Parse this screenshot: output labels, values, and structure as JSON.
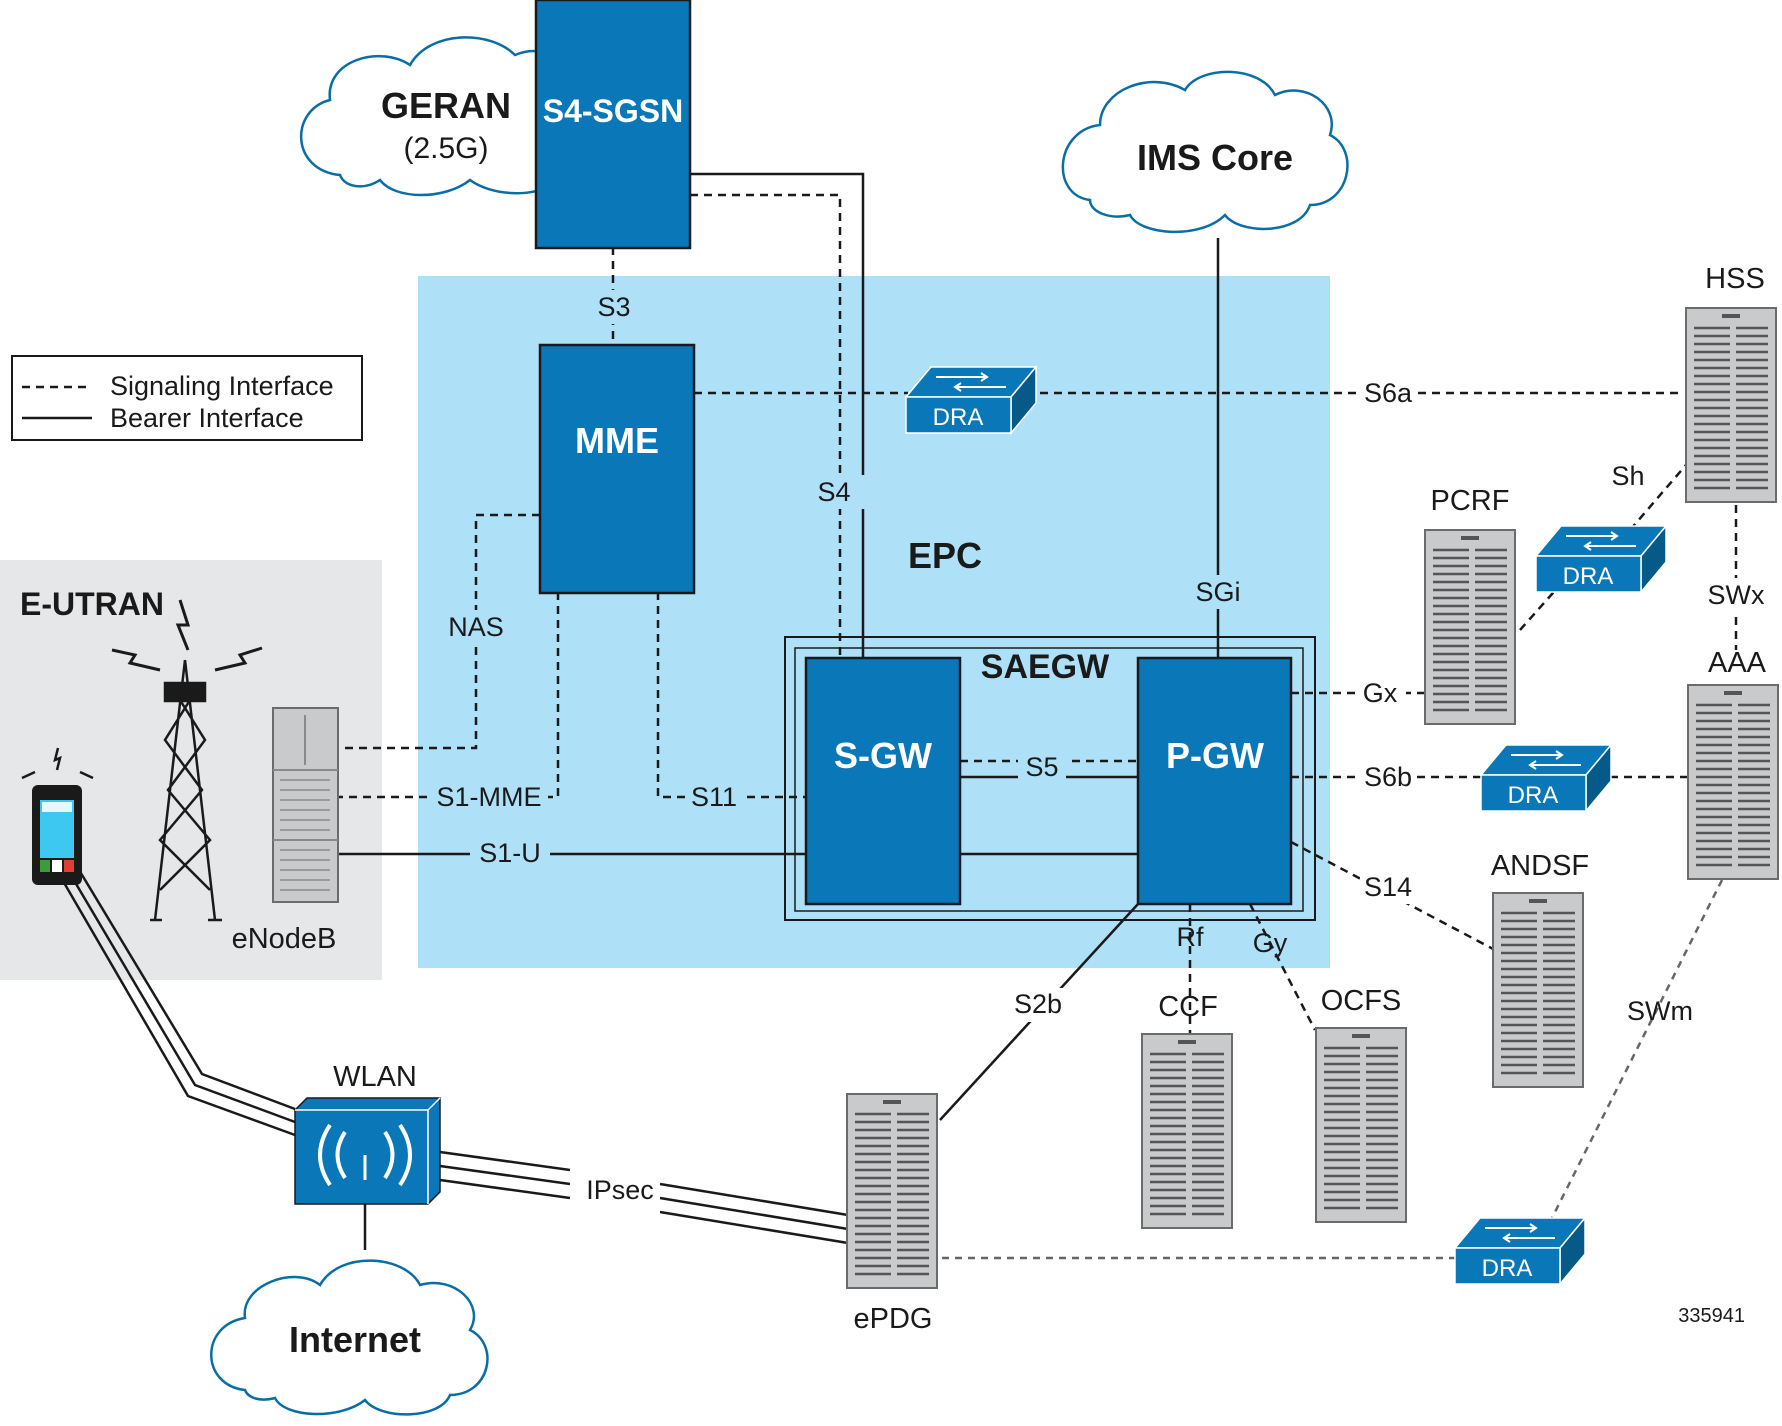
{
  "legend": {
    "signaling": "Signaling Interface",
    "bearer": "Bearer Interface"
  },
  "clouds": {
    "geran_title": "GERAN",
    "geran_sub": "(2.5G)",
    "ims": "IMS Core",
    "internet": "Internet"
  },
  "nodes": {
    "s4sgsn": "S4-SGSN",
    "mme": "MME",
    "sgw": "S-GW",
    "pgw": "P-GW",
    "epc": "EPC",
    "saegw": "SAEGW",
    "eutran": "E-UTRAN",
    "enodeb": "eNodeB",
    "wlan": "WLAN",
    "epdg": "ePDG",
    "hss": "HSS",
    "pcrf": "PCRF",
    "aaa": "AAA",
    "andsf": "ANDSF",
    "ccf": "CCF",
    "ocfs": "OCFS",
    "dra": "DRA"
  },
  "interfaces": {
    "s3": "S3",
    "s4": "S4",
    "nas": "NAS",
    "s1mme": "S1-MME",
    "s1u": "S1-U",
    "s11": "S11",
    "s5": "S5",
    "sgi": "SGi",
    "s6a": "S6a",
    "sh": "Sh",
    "swx": "SWx",
    "gx": "Gx",
    "s6b": "S6b",
    "s14": "S14",
    "rf": "Rf",
    "gy": "Gy",
    "s2b": "S2b",
    "swm": "SWm",
    "ipsec": "IPsec"
  },
  "figure_id": "335941",
  "colors": {
    "box_blue": "#0a78b8",
    "epc_area": "#aee0f7",
    "eutran_area": "#e6e7e8",
    "server_gray": "#c9cacc"
  }
}
